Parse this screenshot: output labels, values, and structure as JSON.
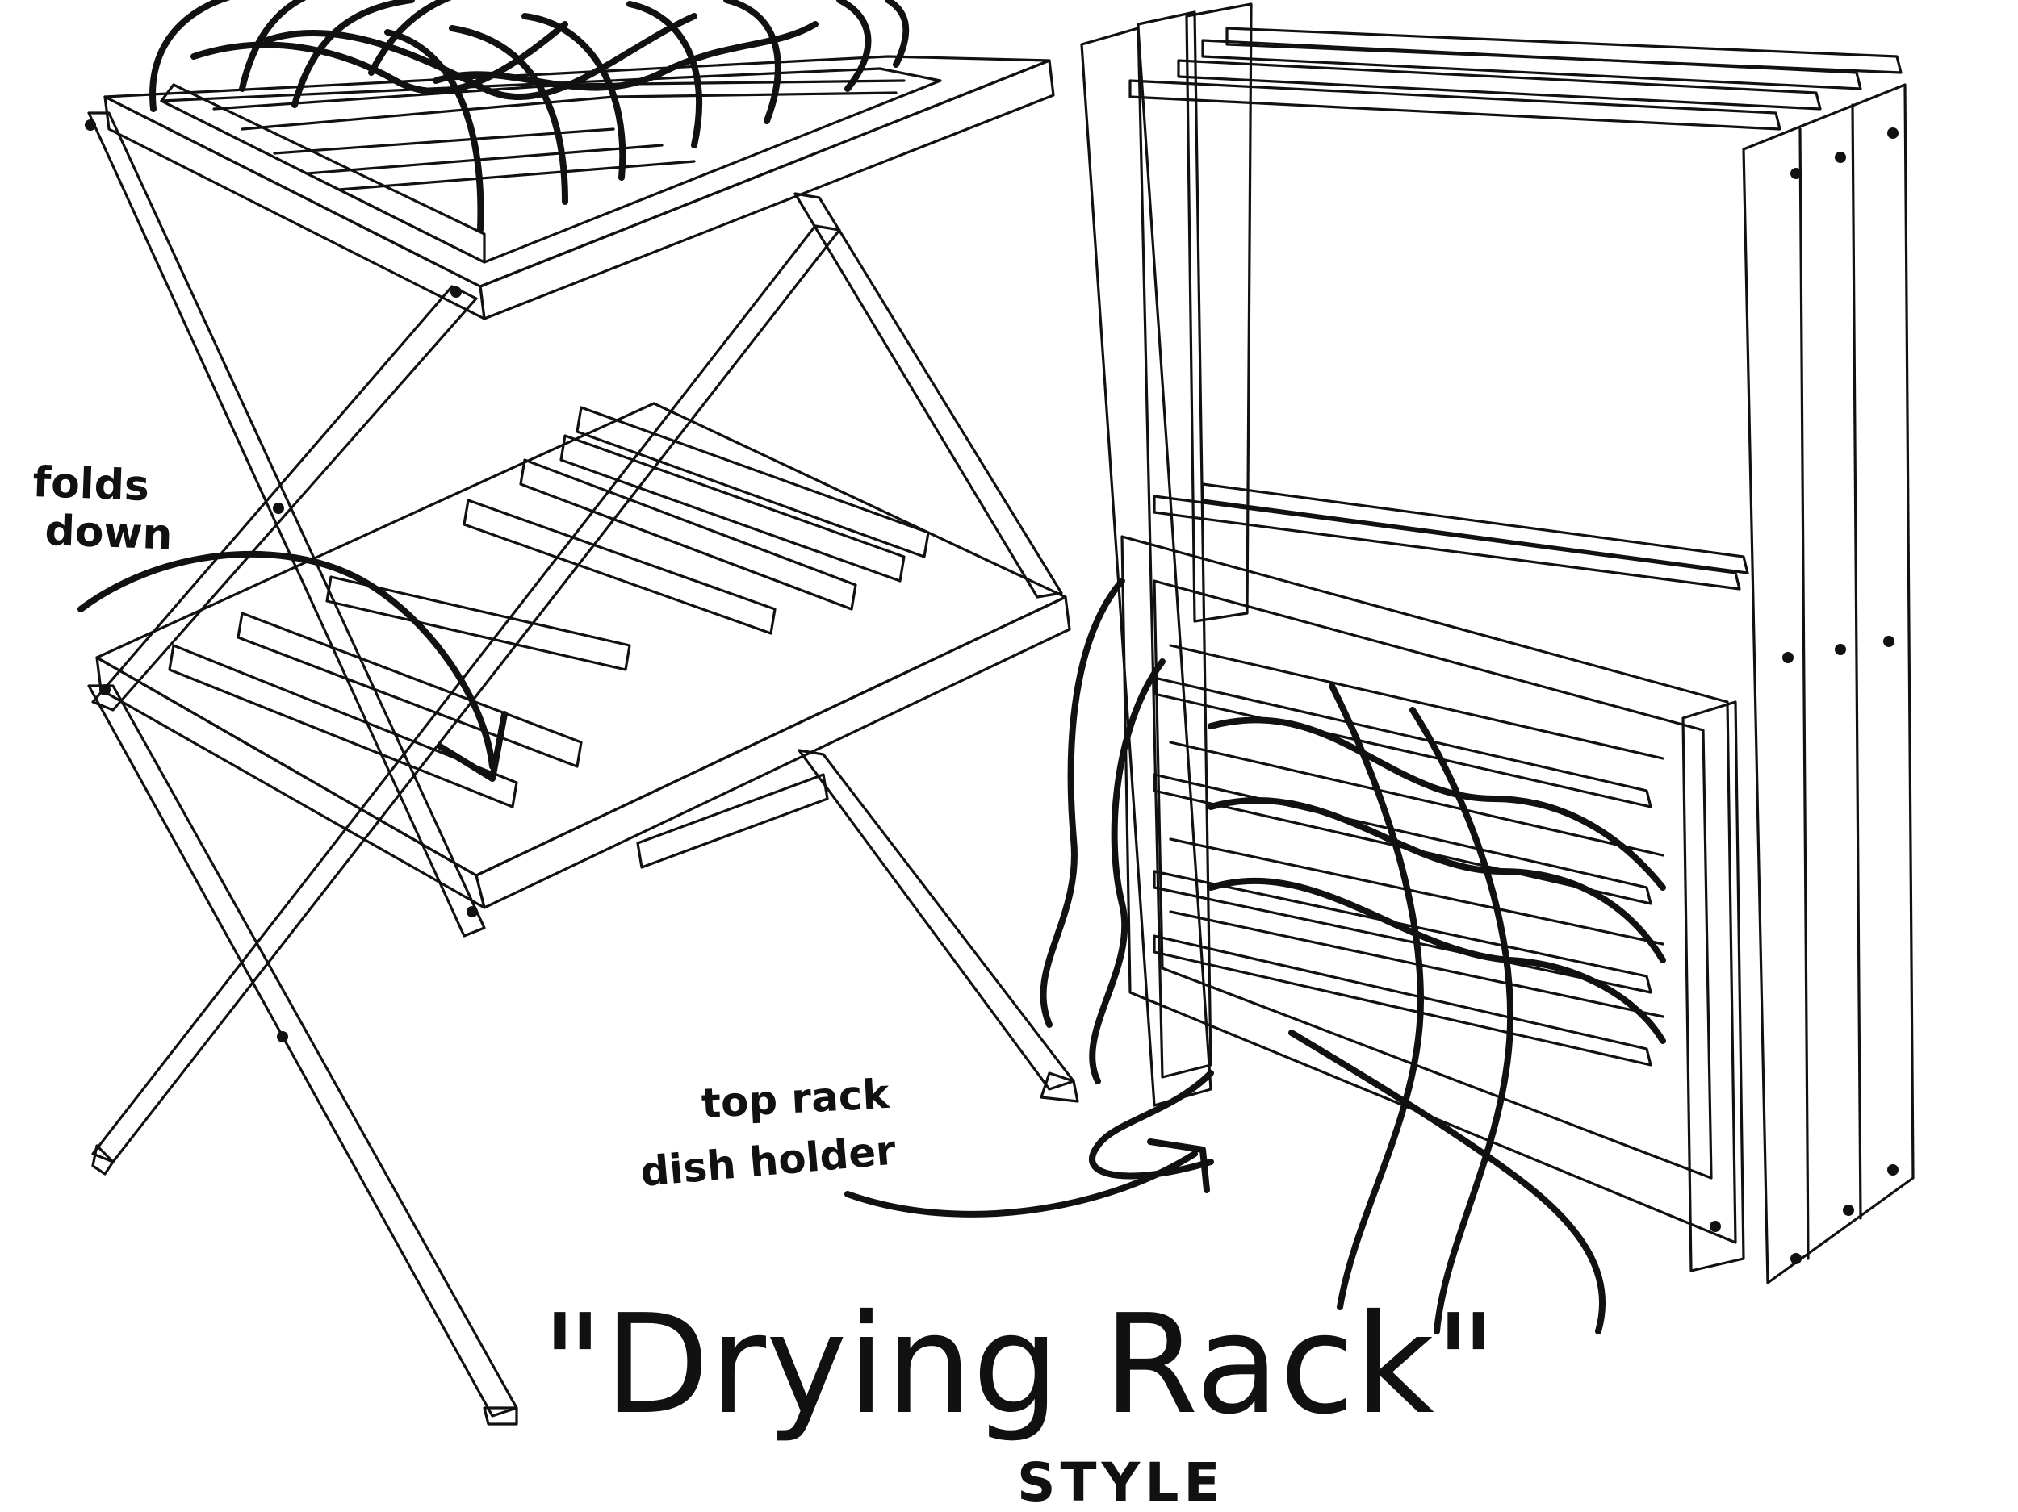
{
  "labels": {
    "folds_line1": "folds",
    "folds_line2": "down",
    "top_rack_line1": "top rack",
    "top_rack_line2": "dish holder",
    "title": "\"Drying Rack\"",
    "subtitle": "STYLE"
  },
  "colors": {
    "ink": "#111111",
    "paper": "#ffffff"
  },
  "icons": [
    "arrow-curved-down-icon",
    "arrow-curved-right-icon"
  ]
}
